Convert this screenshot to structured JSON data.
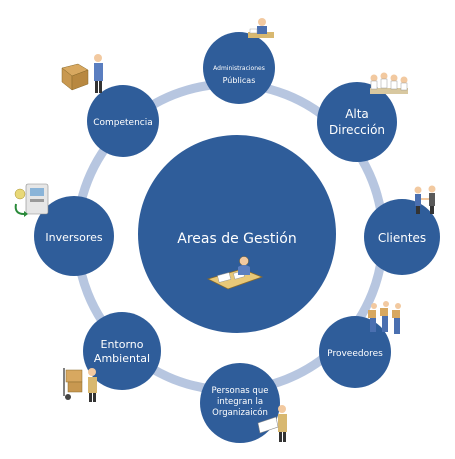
{
  "center": {
    "label": "Areas de Gestión",
    "icon": "person-at-desk-with-documents-icon"
  },
  "nodes": [
    {
      "id": "admin",
      "lines": [
        "Administraciones",
        "Públicas"
      ],
      "icon": "person-at-desk-icon"
    },
    {
      "id": "alta",
      "lines": [
        "Alta",
        "Dirección"
      ],
      "icon": "board-meeting-icon"
    },
    {
      "id": "clientes",
      "lines": [
        "Clientes"
      ],
      "icon": "two-people-handshake-icon"
    },
    {
      "id": "proveedores",
      "lines": [
        "Proveedores"
      ],
      "icon": "delivery-people-with-boxes-icon"
    },
    {
      "id": "personas",
      "lines": [
        "Personas que",
        "integran la",
        "Organizaicón"
      ],
      "icon": "person-reading-document-icon"
    },
    {
      "id": "entorno",
      "lines": [
        "Entorno",
        "Ambiental"
      ],
      "icon": "worker-with-hand-truck-icon"
    },
    {
      "id": "inversores",
      "lines": [
        "Inversores"
      ],
      "icon": "atm-money-exchange-icon"
    },
    {
      "id": "competencia",
      "lines": [
        "Competencia"
      ],
      "icon": "person-with-box-icon"
    }
  ],
  "colors": {
    "circle_fill": "#2f5d9a",
    "ring": "#b7c6e0",
    "label_text": "#ffffff"
  }
}
